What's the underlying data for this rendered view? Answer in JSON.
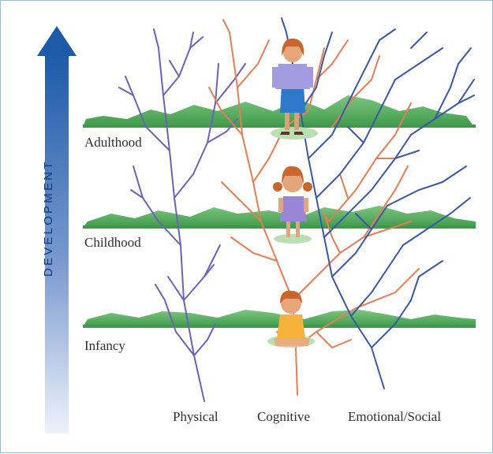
{
  "axis": {
    "label": "DEVELOPMENT"
  },
  "stages": [
    {
      "label": "Adulthood"
    },
    {
      "label": "Childhood"
    },
    {
      "label": "Infancy"
    }
  ],
  "domains": [
    {
      "label": "Physical",
      "color": "#6a63b8"
    },
    {
      "label": "Cognitive",
      "color": "#e57d55"
    },
    {
      "label": "Emotional/Social",
      "color": "#3c58a5"
    }
  ],
  "colors": {
    "arrow_top": "#1d5aa8",
    "arrow_bottom": "#e9eef8",
    "ground": "#5cb565",
    "ground_dark": "#3f9a4c"
  }
}
